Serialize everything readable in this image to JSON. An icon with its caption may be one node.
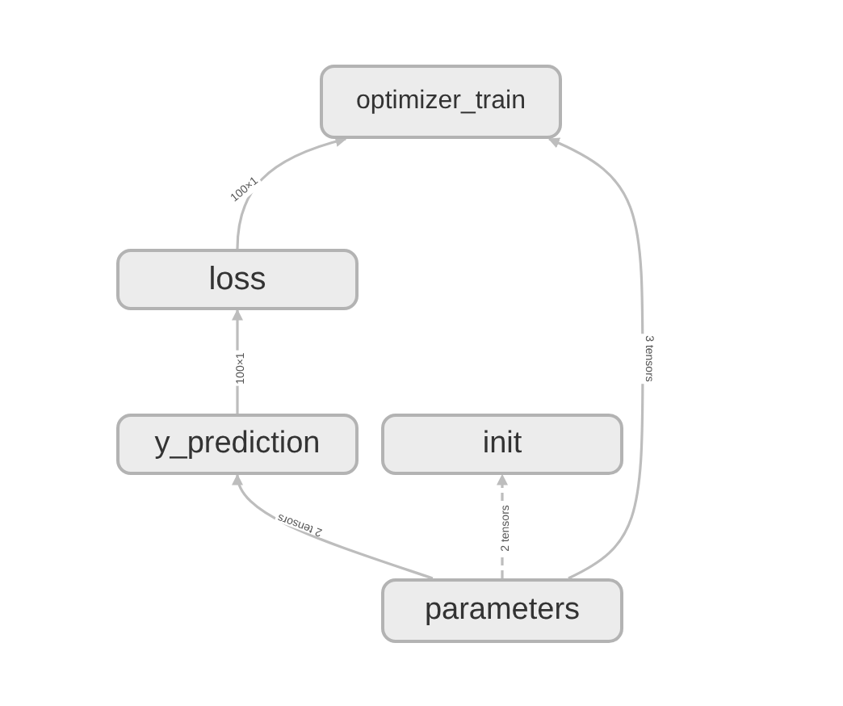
{
  "diagram": {
    "nodes": [
      {
        "text": [
          "optimizer_train"
        ]
      },
      {
        "text": [
          "loss"
        ]
      },
      {
        "text": [
          "y_prediction"
        ]
      },
      {
        "text": [
          "init"
        ]
      },
      {
        "text": [
          "parameters"
        ]
      }
    ],
    "edges": [
      {
        "from": 1,
        "to": 0,
        "arrow": "to",
        "label": "100×1"
      },
      {
        "from": 2,
        "to": 1,
        "arrow": "to",
        "label": "100×1"
      },
      {
        "from": 4,
        "to": 2,
        "arrow": "to",
        "label": "2 tensors"
      },
      {
        "from": 4,
        "to": 3,
        "arrow": "to",
        "label": "2 tensors",
        "style": "dashed"
      },
      {
        "from": 4,
        "to": 0,
        "arrow": "to",
        "label": "3 tensors"
      }
    ]
  }
}
